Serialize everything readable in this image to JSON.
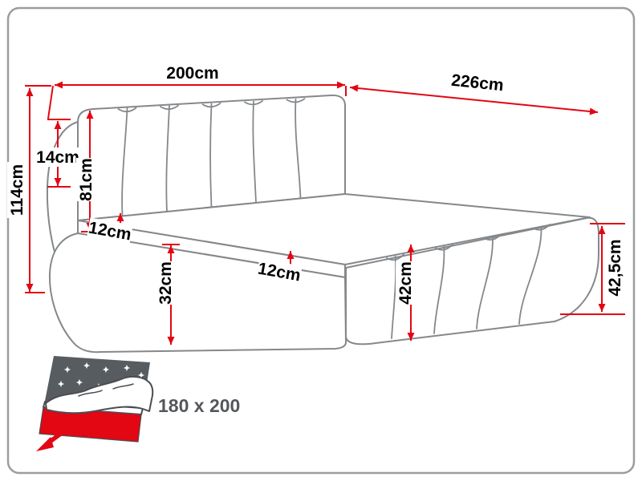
{
  "diagram": {
    "dimensions": {
      "width": "200cm",
      "length": "226cm",
      "height_total": "114cm",
      "headboard_side": "14cm",
      "headboard_front": "81cm",
      "mattress_edge_left": "12cm",
      "base_front": "32cm",
      "mattress_edge_mid": "12cm",
      "footboard": "42cm",
      "side_right": "42,5cm"
    },
    "mattress_size": "180 x 200",
    "colors": {
      "dimension_red": "#e30613",
      "drawing_gray": "#85888b",
      "label_black": "#000000",
      "icon_gray": "#575c61",
      "frame_gray": "#9a9da0"
    }
  }
}
